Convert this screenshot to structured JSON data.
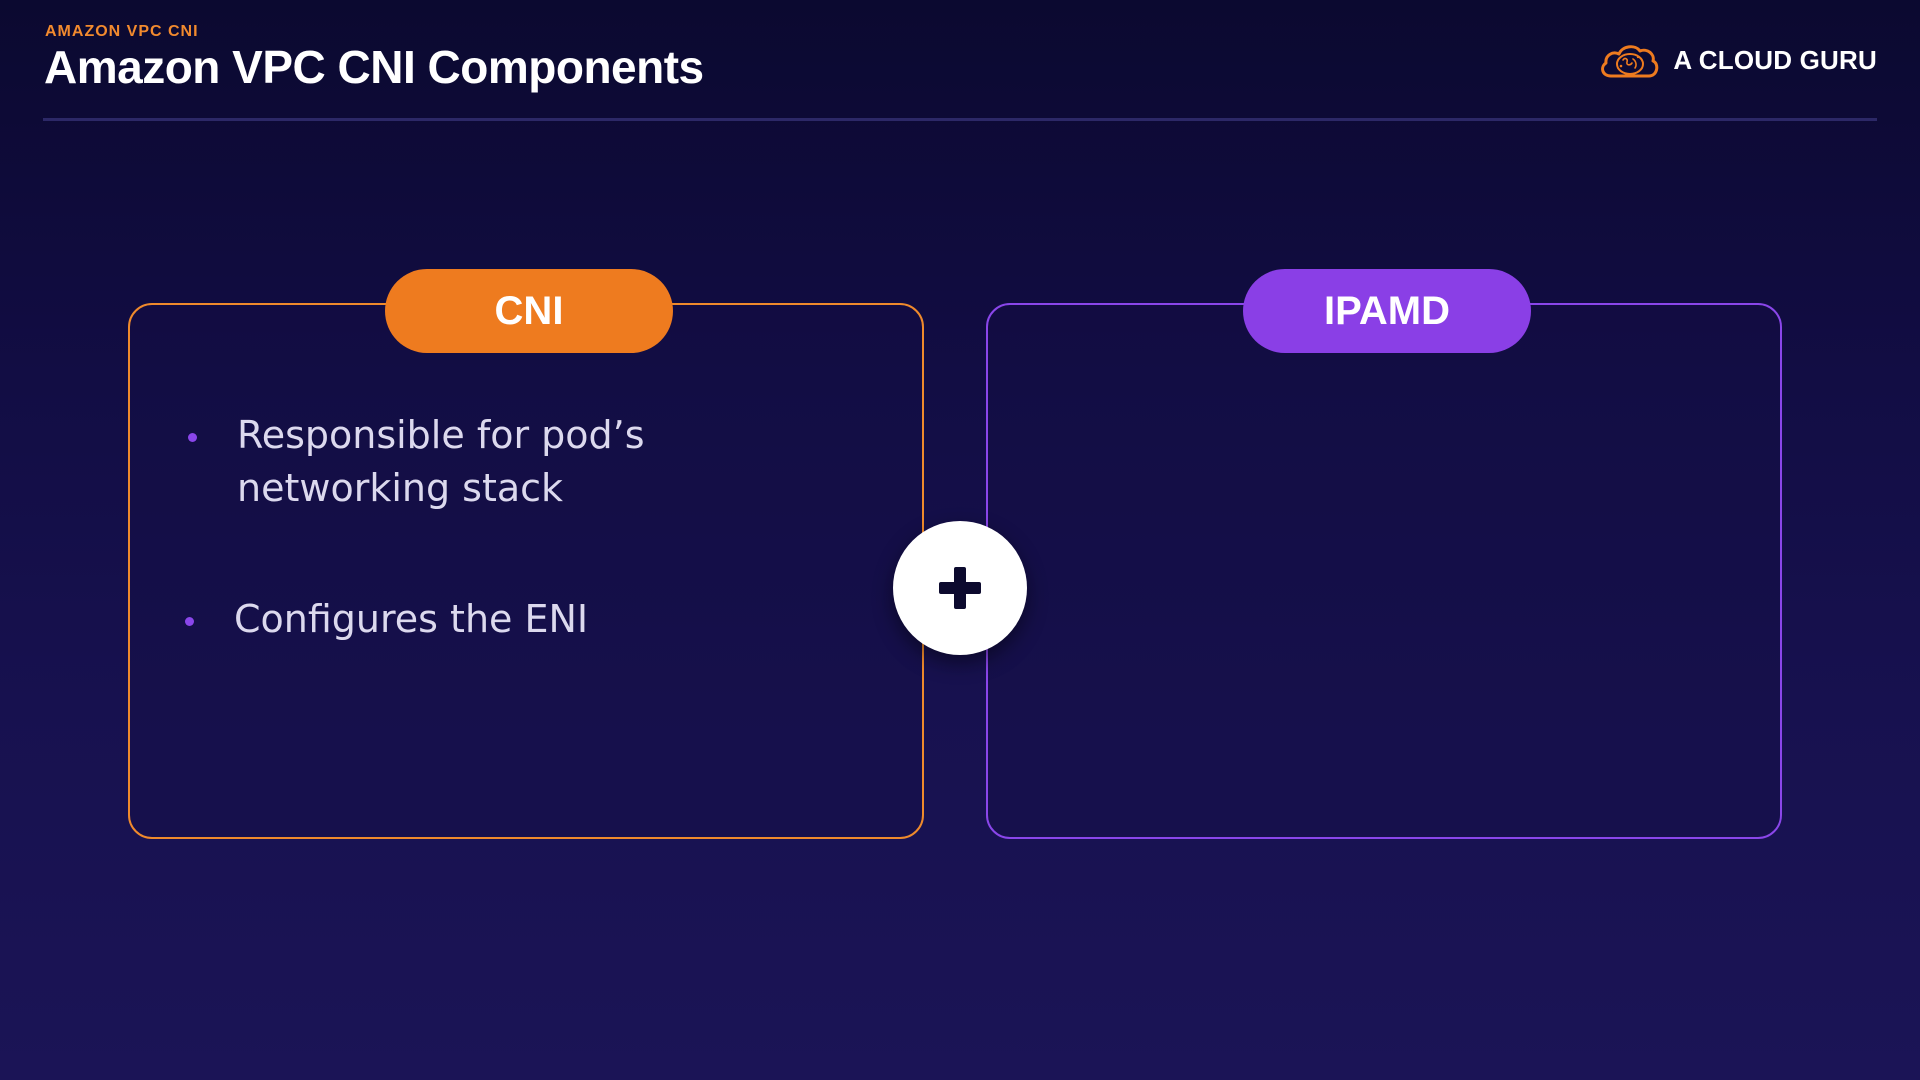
{
  "header": {
    "eyebrow": "AMAZON VPC CNI",
    "title": "Amazon VPC CNI Components",
    "brand": {
      "logo_icon": "cloud-guru-logo-icon",
      "name": "A CLOUD GURU"
    }
  },
  "cards": [
    {
      "label": "CNI",
      "accent_color": "#ef8a2c",
      "bullets": [
        "Responsible for pod’s\nnetworking stack",
        "Configures the ENI"
      ]
    },
    {
      "label": "IPAMD",
      "accent_color": "#8a46ea",
      "bullets": []
    }
  ],
  "connector": {
    "icon": "plus-icon"
  },
  "colors": {
    "background_top": "#0b0930",
    "background_bottom": "#1b1456",
    "eyebrow": "#f28a2e",
    "bullet_dot": "#8a46ea",
    "bullet_text": "#dcd9ee"
  }
}
